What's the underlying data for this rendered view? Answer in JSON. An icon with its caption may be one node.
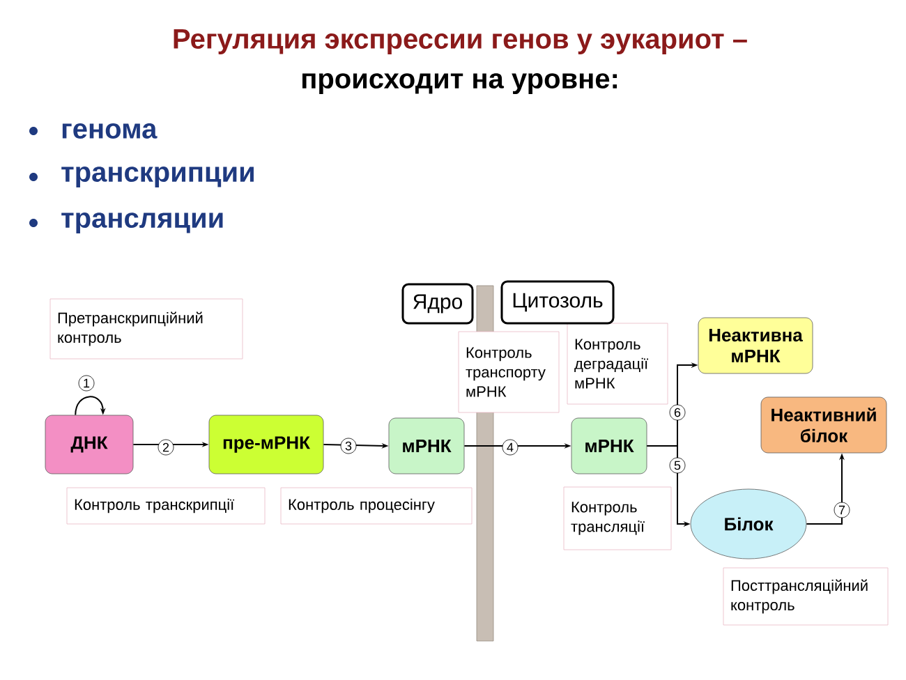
{
  "diagram": {
    "title": "Регуляция экспрессии генов у эукариот –",
    "nodes": [
      {
        "text": [
          "ДНК"
        ]
      },
      {
        "text": [
          "пре-мРНК"
        ]
      },
      {
        "text": [
          "мРНК"
        ]
      },
      {
        "text": [
          "мРНК"
        ]
      },
      {
        "text": [
          "Неактивна мРНК"
        ]
      },
      {
        "text": [
          "Неактивний білок"
        ]
      },
      {
        "text": [
          "Білок"
        ]
      },
      {
        "text": [
          "Претранскрипційний контроль"
        ]
      },
      {
        "text": [
          "Контроль транскрипції"
        ]
      },
      {
        "text": [
          "Контроль процесінгу"
        ]
      },
      {
        "text": [
          "Контроль транспорту мРНК"
        ]
      },
      {
        "text": [
          "Контроль деградації мРНК"
        ]
      },
      {
        "text": [
          "Контроль трансляції"
        ]
      },
      {
        "text": [
          "Посттрансляційний контроль"
        ]
      },
      {
        "text": [
          "Ядро"
        ]
      },
      {
        "text": [
          "Цитозоль"
        ]
      }
    ],
    "edges": [
      {
        "from": 0,
        "to": 0,
        "arrow": "to",
        "label": "1"
      },
      {
        "from": 0,
        "to": 1,
        "arrow": "to",
        "label": "2"
      },
      {
        "from": 1,
        "to": 2,
        "arrow": "to",
        "label": "3"
      },
      {
        "from": 2,
        "to": 3,
        "arrow": "to",
        "label": "4"
      },
      {
        "from": 3,
        "to": 4,
        "arrow": "to",
        "label": "6"
      },
      {
        "from": 3,
        "to": 6,
        "arrow": "to",
        "label": "5"
      },
      {
        "from": 6,
        "to": 5,
        "arrow": "to",
        "label": "7"
      }
    ],
    "labels": [
      "происходит на уровне:",
      "генома",
      "транскрипции",
      "трансляции"
    ]
  }
}
